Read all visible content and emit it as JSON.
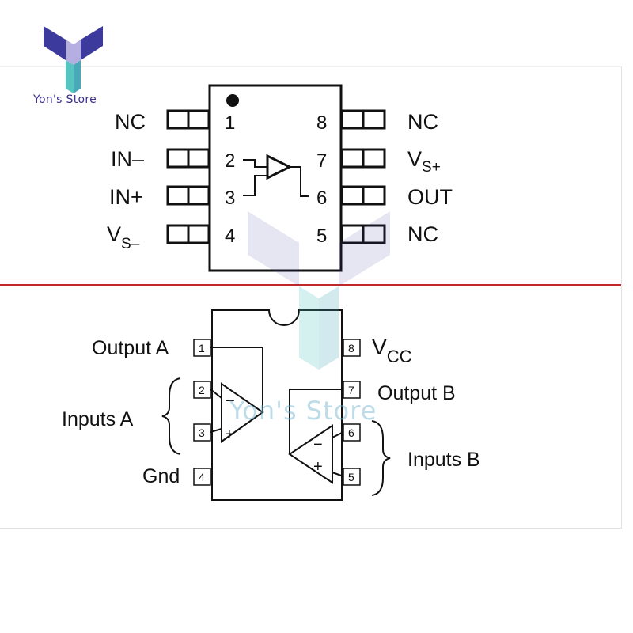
{
  "brand": {
    "store_name": "Yon's Store",
    "watermark_text": "Yon's Store",
    "colors": {
      "purple": "#3d3a9e",
      "teal": "#55c5c0",
      "divider": "#c0272d"
    }
  },
  "top_chip": {
    "left_labels": [
      "NC",
      "IN–",
      "IN+",
      "V"
    ],
    "left_vs_sub": "S–",
    "right_labels": [
      "NC",
      "V",
      "OUT",
      "NC"
    ],
    "right_vs_sub": "S+",
    "left_pins": [
      "1",
      "2",
      "3",
      "4"
    ],
    "right_pins": [
      "8",
      "7",
      "6",
      "5"
    ]
  },
  "bottom_chip": {
    "output_a": "Output A",
    "inputs_a": "Inputs A",
    "gnd": "Gnd",
    "vcc": "V",
    "vcc_sub": "CC",
    "output_b": "Output B",
    "inputs_b": "Inputs B",
    "left_pins": [
      "1",
      "2",
      "3",
      "4"
    ],
    "right_pins": [
      "8",
      "7",
      "6",
      "5"
    ],
    "minus": "−",
    "plus": "+"
  }
}
